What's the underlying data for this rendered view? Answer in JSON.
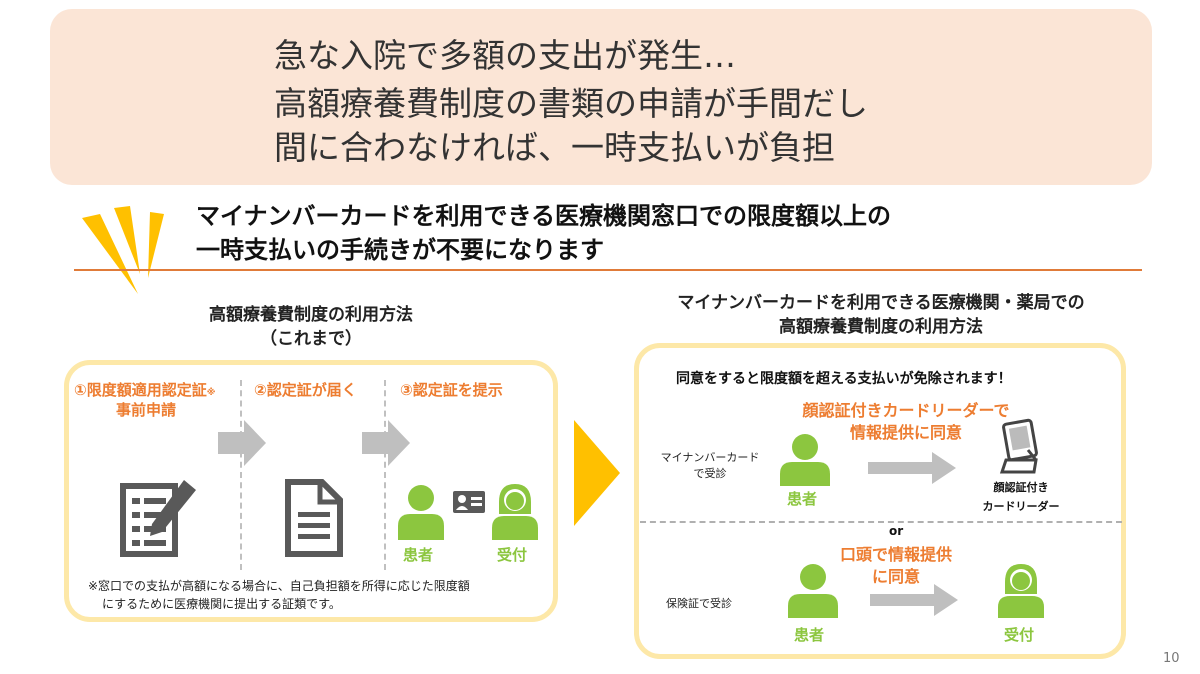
{
  "banner": {
    "lines": [
      "急な入院で多額の支出が発生…",
      "高額療養費制度の書類の申請が手間だし",
      "間に合わなければ、一時支払いが負担"
    ]
  },
  "headline": {
    "lines": [
      "マイナンバーカードを利用できる医療機関窓口での限度額以上の",
      "一時支払いの手続きが不要になります"
    ]
  },
  "left_panel": {
    "title_lines": [
      "高額療養費制度の利用方法",
      "（これまで）"
    ],
    "step1_main": "①限度額適用認定証",
    "step1_mark": "※",
    "step1_sub": "事前申請",
    "step2": "②認定証が届く",
    "step3": "③認定証を提示",
    "patient": "患者",
    "reception": "受付",
    "note_lines": [
      "※窓口での支払が高額になる場合に、自己負担額を所得に応じた限度額",
      "にするために医療機関に提出する証類です。"
    ]
  },
  "right_panel": {
    "title_lines": [
      "マイナンバーカードを利用できる医療機関・薬局での",
      "高額療養費制度の利用方法"
    ],
    "consent": "同意をすると限度額を超える支払いが免除されます！",
    "card": {
      "label_lines": [
        "マイナンバーカード",
        "で受診"
      ],
      "reader_consent_lines": [
        "顔認証付きカードリーダーで",
        "情報提供に同意"
      ],
      "patient": "患者",
      "device_lines": [
        "顔認証付き",
        "カードリーダー"
      ]
    },
    "or": "or",
    "insurance": {
      "label": "保険証で受診",
      "verbal_consent_lines": [
        "口頭で情報提供",
        "に同意"
      ],
      "patient": "患者",
      "reception": "受付"
    }
  },
  "page_number": "10",
  "colors": {
    "banner_bg": "#fbe5d6",
    "accent_orange": "#ed7d31",
    "accent_green": "#8cc63f",
    "box_border": "#fde8a8",
    "arrow_yellow": "#ffc000",
    "arrow_gray": "#bfbfbf",
    "icon_gray": "#595959"
  }
}
